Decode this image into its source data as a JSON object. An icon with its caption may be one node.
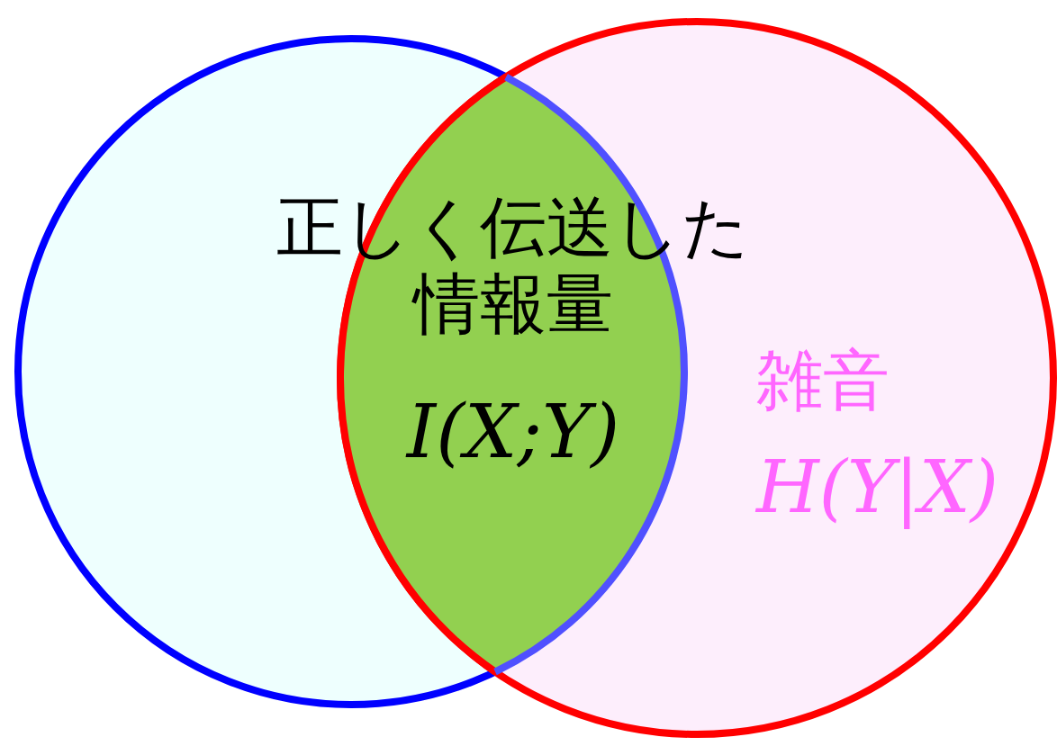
{
  "diagram": {
    "nodes": [
      {
        "text": [],
        "shape": "circle"
      },
      {
        "text": [
          "雑音",
          "H(Y|X)"
        ]
      },
      {
        "text": [
          "正しく伝送した情報量",
          "I(X;Y)"
        ]
      }
    ]
  }
}
